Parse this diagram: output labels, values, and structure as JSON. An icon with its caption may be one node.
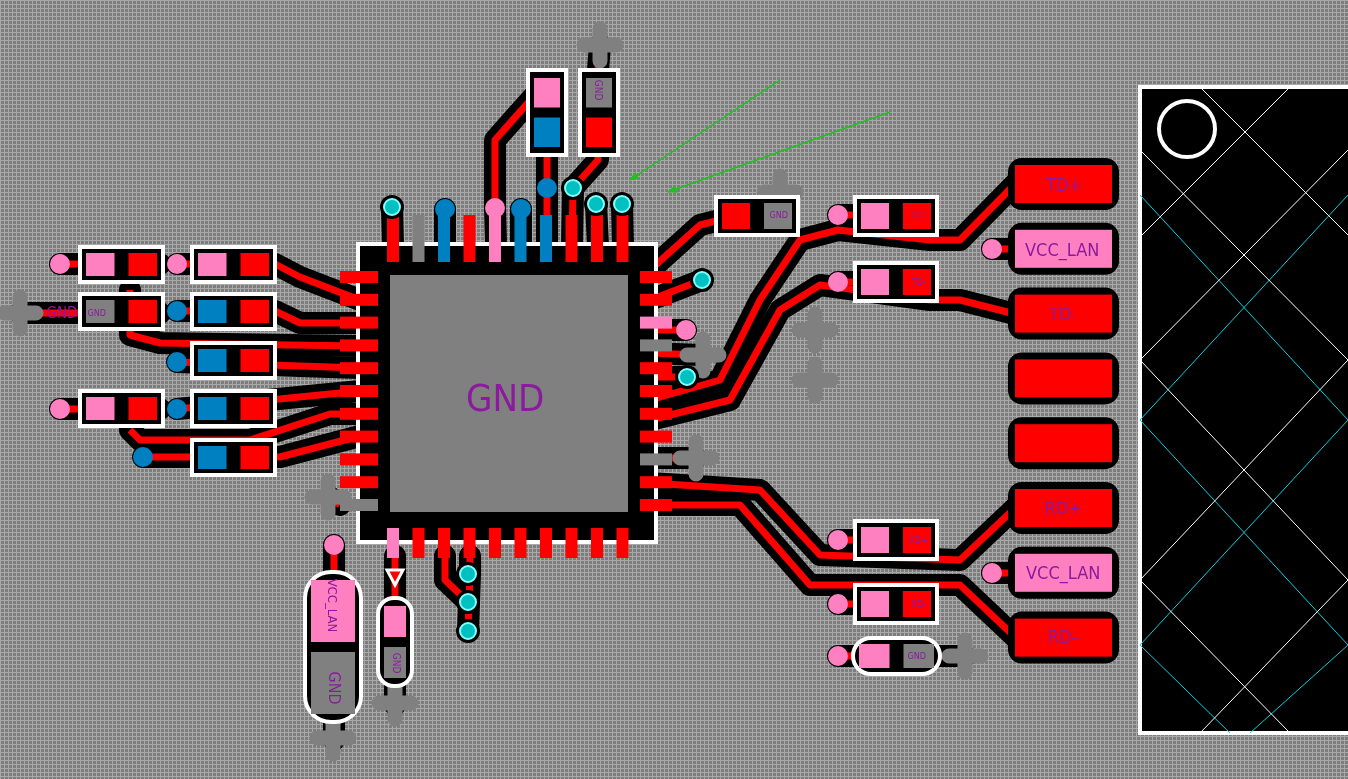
{
  "diagram": {
    "labels": [
      "GND",
      "TD+",
      "GND",
      "TD+",
      "VCC_LAN",
      "TD-",
      "GND",
      "GND",
      "TD-",
      "GND",
      "RD+",
      "RD+",
      "VCC_LAN",
      "VCC_LAN",
      "RD-",
      "RD-",
      "GND",
      "GND",
      "GND"
    ]
  }
}
